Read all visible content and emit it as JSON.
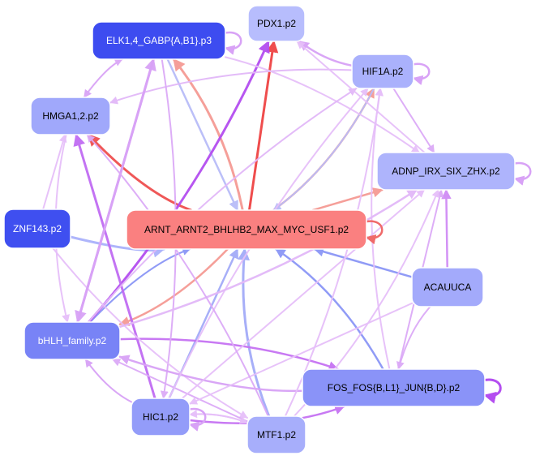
{
  "nodes": [
    {
      "id": "elk",
      "label": "ELK1,4_GABP{A,B1}.p3",
      "fill": "#3d4cf0",
      "text_color": "#ffffff"
    },
    {
      "id": "pdx",
      "label": "PDX1.p2",
      "fill": "#b7bdfd",
      "text_color": "#000000"
    },
    {
      "id": "hif",
      "label": "HIF1A.p2",
      "fill": "#aab1fc",
      "text_color": "#000000"
    },
    {
      "id": "hmga",
      "label": "HMGA1,2.p2",
      "fill": "#a0a8fb",
      "text_color": "#000000"
    },
    {
      "id": "adnp",
      "label": "ADNP_IRX_SIX_ZHX.p2",
      "fill": "#aeb4fc",
      "text_color": "#000000"
    },
    {
      "id": "znf",
      "label": "ZNF143.p2",
      "fill": "#3f4ff0",
      "text_color": "#ffffff"
    },
    {
      "id": "arnt",
      "label": "ARNT_ARNT2_BHLHB2_MAX_MYC_USF1.p2",
      "fill": "#fa8080",
      "text_color": "#000000"
    },
    {
      "id": "acauuca",
      "label": "ACAUUCA",
      "fill": "#a3aafb",
      "text_color": "#000000"
    },
    {
      "id": "bhlh",
      "label": "bHLH_family.p2",
      "fill": "#7883f6",
      "text_color": "#ffffff"
    },
    {
      "id": "fos",
      "label": "FOS_FOS{B,L1}_JUN{B,D}.p2",
      "fill": "#8a93f8",
      "text_color": "#000000"
    },
    {
      "id": "hic",
      "label": "HIC1.p2",
      "fill": "#939cf9",
      "text_color": "#000000"
    },
    {
      "id": "mtf",
      "label": "MTF1.p2",
      "fill": "#a7aefb",
      "text_color": "#000000"
    }
  ],
  "edges": [
    {
      "from": "arnt",
      "to": "pdx",
      "color": "#ef4444",
      "width": 3
    },
    {
      "from": "arnt",
      "to": "hmga",
      "color": "#ef5050",
      "width": 3
    },
    {
      "from": "arnt",
      "to": "elk",
      "color": "#f59a94",
      "width": 3
    },
    {
      "from": "elk",
      "to": "arnt",
      "color": "#b8bcf8",
      "width": 2.5
    },
    {
      "from": "arnt",
      "to": "hif",
      "color": "#f59a94",
      "width": 2.5
    },
    {
      "from": "hif",
      "to": "arnt",
      "color": "#b8bcf8",
      "width": 2
    },
    {
      "from": "arnt",
      "to": "adnp",
      "color": "#f59a94",
      "width": 2.5
    },
    {
      "from": "arnt",
      "to": "bhlh",
      "color": "#f59a94",
      "width": 2.5
    },
    {
      "from": "znf",
      "to": "arnt",
      "color": "#aab2fb",
      "width": 3
    },
    {
      "from": "acauuca",
      "to": "arnt",
      "color": "#8b96f6",
      "width": 2.5
    },
    {
      "from": "fos",
      "to": "arnt",
      "color": "#8b96f6",
      "width": 2.5
    },
    {
      "from": "mtf",
      "to": "arnt",
      "color": "#a3abf8",
      "width": 3
    },
    {
      "from": "hic",
      "to": "arnt",
      "color": "#a3abf8",
      "width": 2.5
    },
    {
      "from": "bhlh",
      "to": "arnt",
      "color": "#8b96f6",
      "width": 2
    },
    {
      "from": "bhlh",
      "to": "pdx",
      "color": "#b44ef0",
      "width": 3
    },
    {
      "from": "hic",
      "to": "hmga",
      "color": "#c06cf3",
      "width": 3
    },
    {
      "from": "hic",
      "to": "fos",
      "color": "#c672f3",
      "width": 2.5
    },
    {
      "from": "bhlh",
      "to": "fos",
      "color": "#c672f3",
      "width": 2.5
    },
    {
      "from": "acauuca",
      "to": "adnp",
      "color": "#d08cf5",
      "width": 2.5
    },
    {
      "from": "hif",
      "to": "pdx",
      "color": "#d8a2f6",
      "width": 2.5
    },
    {
      "from": "hif",
      "to": "hmga",
      "color": "#e2b8f8",
      "width": 2
    },
    {
      "from": "hif",
      "to": "adnp",
      "color": "#dcaaf7",
      "width": 2
    },
    {
      "from": "elk",
      "to": "hmga",
      "color": "#d8a2f6",
      "width": 2
    },
    {
      "from": "elk",
      "to": "adnp",
      "color": "#e6bff9",
      "width": 2
    },
    {
      "from": "elk",
      "to": "bhlh",
      "color": "#d8a2f6",
      "width": 3
    },
    {
      "from": "elk",
      "to": "hic",
      "color": "#dcaaf7",
      "width": 2
    },
    {
      "from": "hmga",
      "to": "bhlh",
      "color": "#e6bff9",
      "width": 2
    },
    {
      "from": "znf",
      "to": "hmga",
      "color": "#e6bff9",
      "width": 2
    },
    {
      "from": "znf",
      "to": "mtf",
      "color": "#e6bff9",
      "width": 2
    },
    {
      "from": "fos",
      "to": "hif",
      "color": "#e6bff9",
      "width": 2
    },
    {
      "from": "fos",
      "to": "adnp",
      "color": "#dcaaf7",
      "width": 2
    },
    {
      "from": "fos",
      "to": "bhlh",
      "color": "#d8a2f6",
      "width": 2.5
    },
    {
      "from": "mtf",
      "to": "hif",
      "color": "#e6bff9",
      "width": 2
    },
    {
      "from": "mtf",
      "to": "bhlh",
      "color": "#dcaaf7",
      "width": 2
    },
    {
      "from": "mtf",
      "to": "adnp",
      "color": "#e6bff9",
      "width": 2
    },
    {
      "from": "hic",
      "to": "bhlh",
      "color": "#d8a2f6",
      "width": 2
    },
    {
      "from": "hic",
      "to": "adnp",
      "color": "#e6bff9",
      "width": 2
    },
    {
      "from": "hic",
      "to": "hif",
      "color": "#e6bff9",
      "width": 2
    },
    {
      "from": "acauuca",
      "to": "fos",
      "color": "#dcaaf7",
      "width": 2
    },
    {
      "from": "acauuca",
      "to": "hic",
      "color": "#e6bff9",
      "width": 2
    },
    {
      "from": "bhlh",
      "to": "adnp",
      "color": "#e2b8f8",
      "width": 2.5
    },
    {
      "from": "bhlh",
      "to": "hif",
      "color": "#e2b8f8",
      "width": 2
    },
    {
      "from": "bhlh",
      "to": "elk",
      "color": "#d8a2f6",
      "width": 3
    },
    {
      "from": "hmga",
      "to": "elk",
      "color": "#dcaaf7",
      "width": 2
    },
    {
      "from": "mtf",
      "to": "hmga",
      "color": "#dcaaf7",
      "width": 2
    },
    {
      "from": "adnp",
      "to": "pdx",
      "color": "#e6bff9",
      "width": 2
    },
    {
      "from": "mtf",
      "to": "hic",
      "color": "#e6bff9",
      "width": 2
    },
    {
      "from": "hic",
      "to": "mtf",
      "color": "#e6bff9",
      "width": 2
    }
  ],
  "self_loops": [
    {
      "node": "elk",
      "color": "#d8a2f6"
    },
    {
      "node": "hif",
      "color": "#d8a2f6"
    },
    {
      "node": "adnp",
      "color": "#d8a2f6"
    },
    {
      "node": "arnt",
      "color": "#ef6a6a"
    },
    {
      "node": "fos",
      "color": "#b44ef0"
    },
    {
      "node": "hic",
      "color": "#d8a2f6"
    }
  ]
}
